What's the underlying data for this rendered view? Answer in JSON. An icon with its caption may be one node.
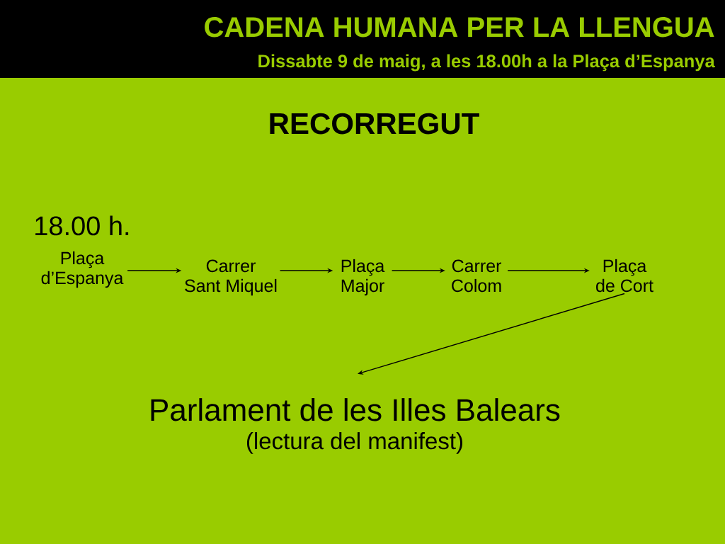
{
  "diagram": {
    "title": "CADENA HUMANA PER LA LLENGUA",
    "nodes": [
      {
        "text": [
          "Plaça d’Espanya"
        ],
        "beside": [
          "18.00 h."
        ]
      },
      {
        "text": [
          "Carrer Sant Miquel"
        ]
      },
      {
        "text": [
          "Plaça Major"
        ]
      },
      {
        "text": [
          "Carrer Colom"
        ]
      },
      {
        "text": [
          "Plaça de Cort"
        ]
      },
      {
        "text": [
          "Parlament de les Illes Balears",
          "(lectura del manifest)"
        ]
      }
    ],
    "edges": [
      {
        "from": 0,
        "to": 1,
        "arrow": "to"
      },
      {
        "from": 1,
        "to": 2,
        "arrow": "to"
      },
      {
        "from": 2,
        "to": 3,
        "arrow": "to"
      },
      {
        "from": 3,
        "to": 4,
        "arrow": "to"
      },
      {
        "from": 4,
        "to": 5,
        "arrow": "to"
      }
    ],
    "labels": [
      "Dissabte 9 de maig, a les 18.00h a la Plaça d’Espanya",
      "RECORREGUT"
    ]
  }
}
